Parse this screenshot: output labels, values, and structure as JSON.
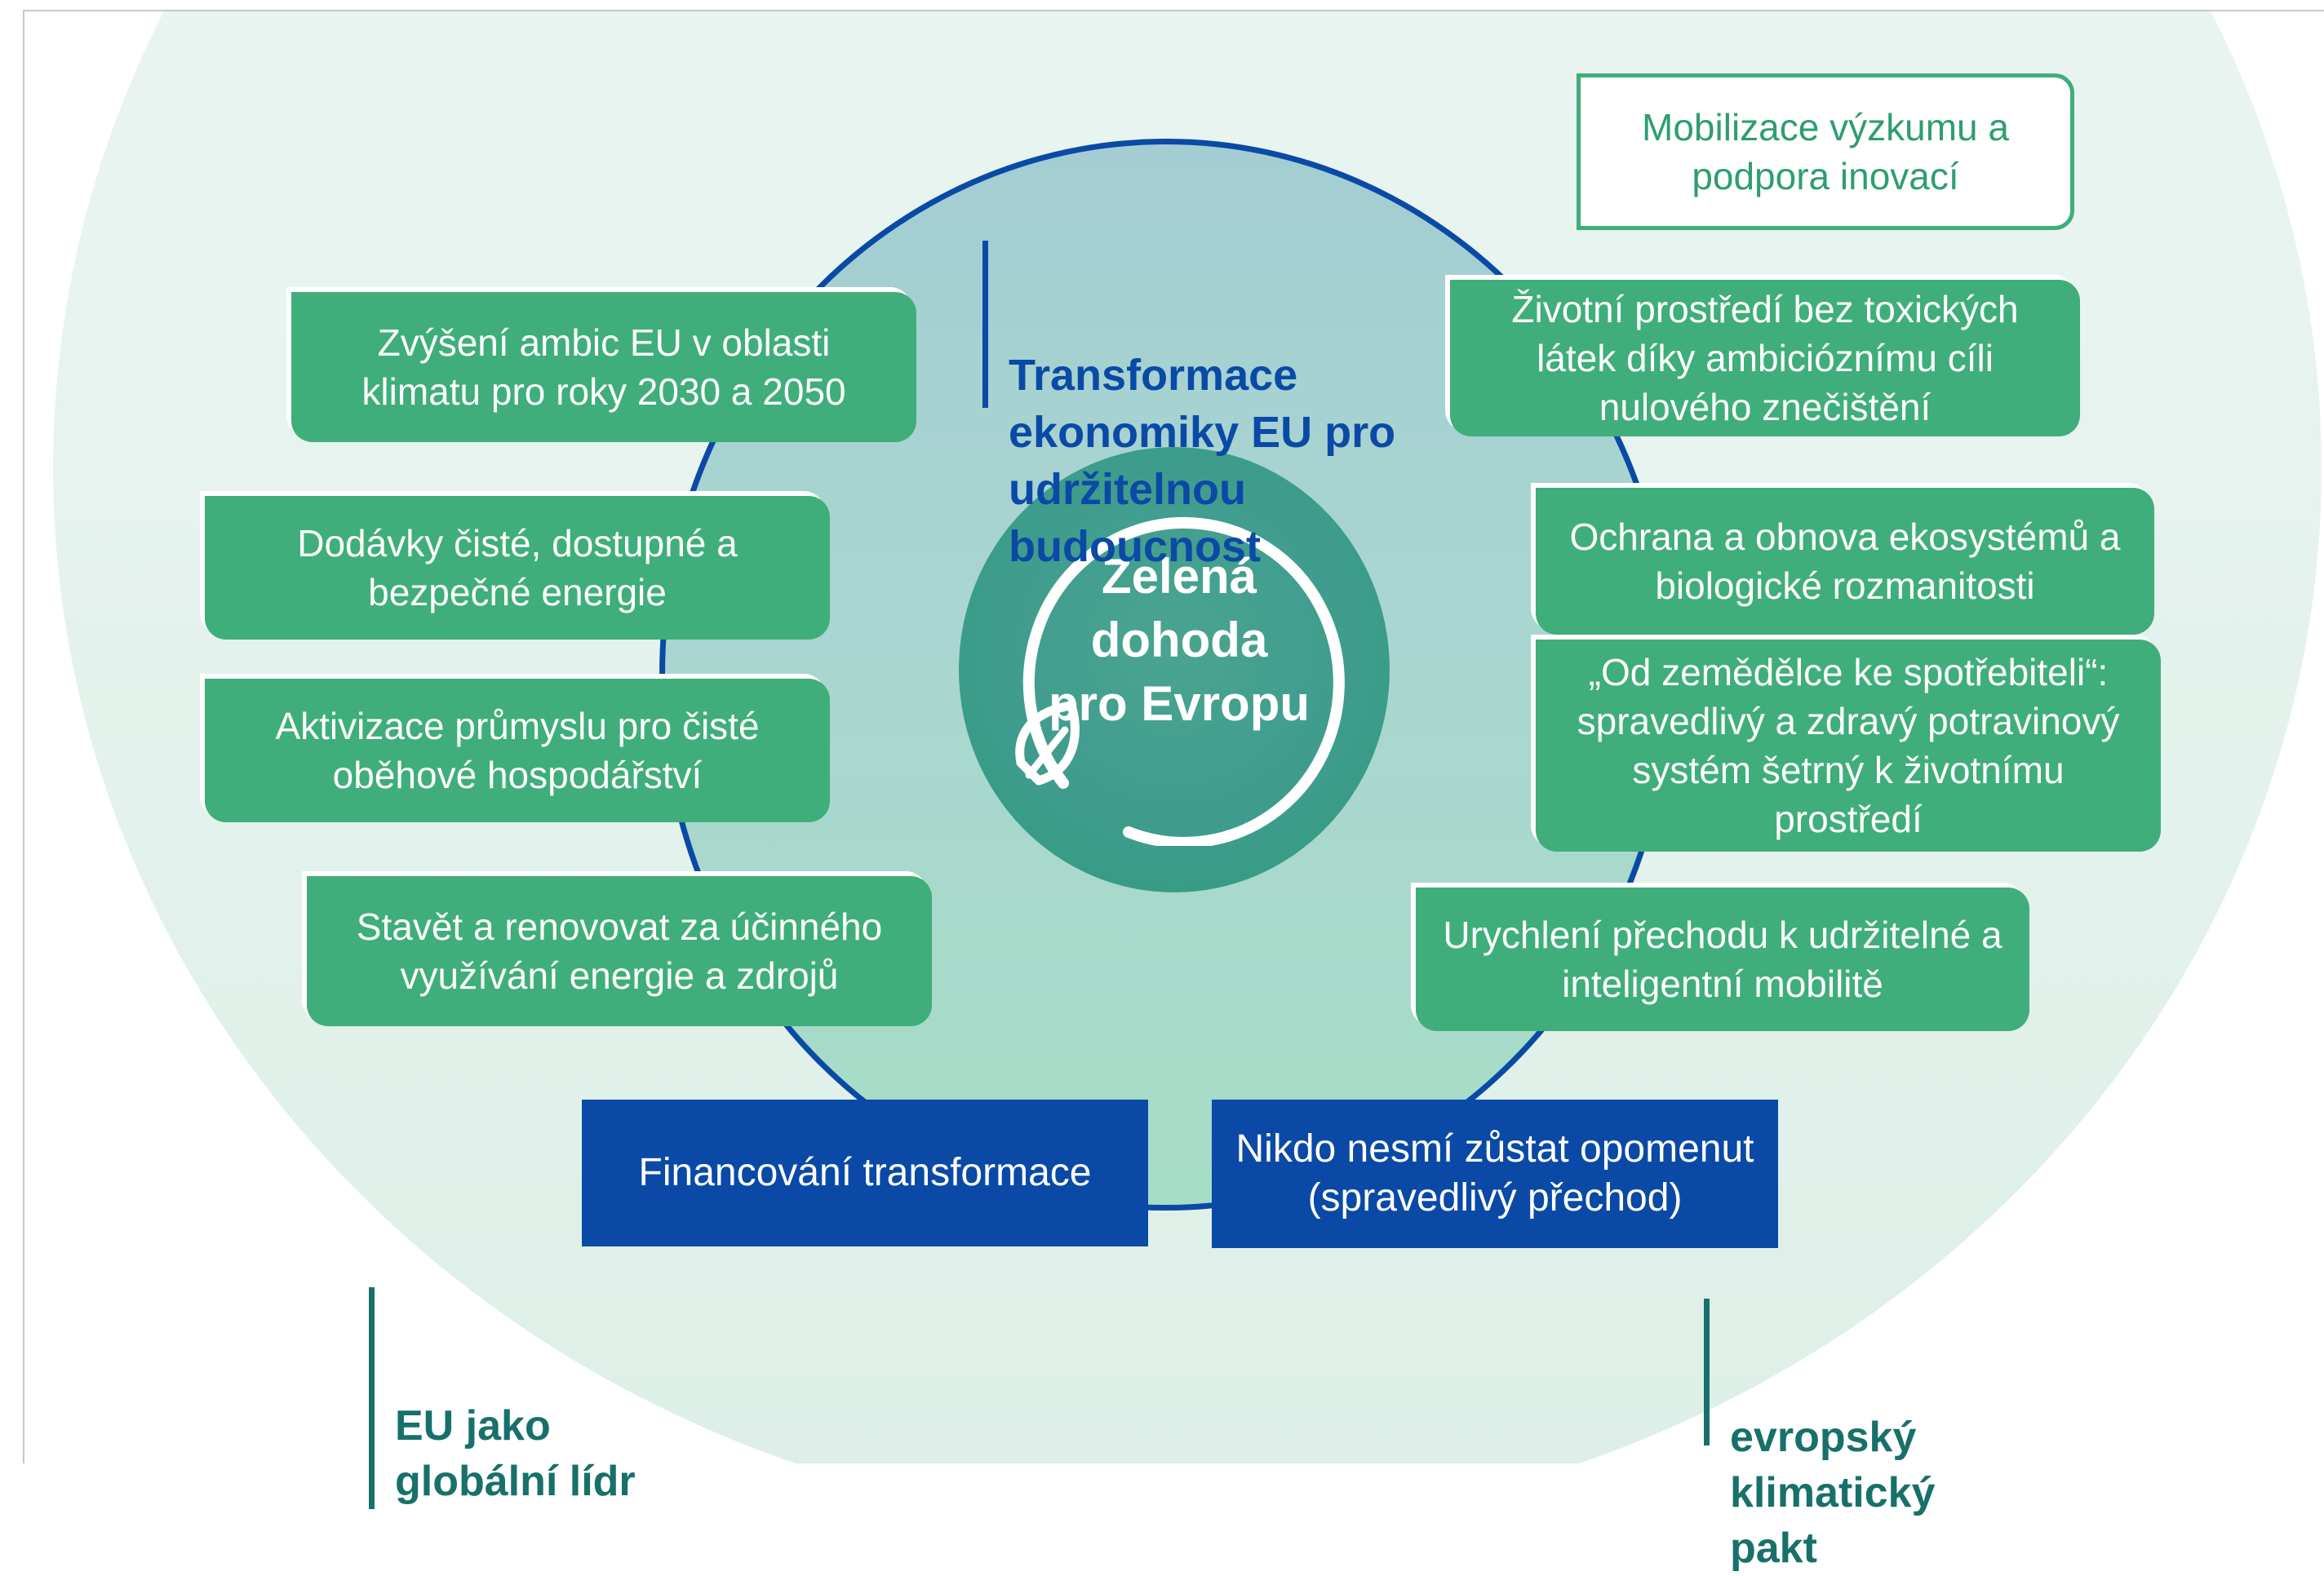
{
  "center": {
    "title": "Zelená\ndohoda\npro Evropu",
    "heading": "Transformace\nekonomiky EU pro\nudržitelnou\nbudoucnost"
  },
  "left_items": [
    "Zvýšení ambic EU v oblasti\nklimatu pro roky 2030 a 2050",
    "Dodávky čisté, dostupné a\nbezpečné energie",
    "Aktivizace průmyslu pro čisté\noběhové hospodářství",
    "Stavět a renovovat za účinného\nvyužívání energie a zdrojů"
  ],
  "right_items": [
    "Životní prostředí bez toxických\nlátek díky ambicióznímu cíli\nnulového znečištění",
    "Ochrana a obnova ekosystémů a\nbiologické rozmanitosti",
    "„Od zemědělce ke spotřebiteli“:\nspravedlivý a zdravý potravinový\nsystém šetrný k životnímu\nprostředí",
    "Urychlení přechodu k udržitelné a\ninteligentní mobilitě"
  ],
  "research_box": "Mobilizace výzkumu a\npodpora inovací",
  "bottom_boxes": [
    "Financování transformace",
    "Nikdo nesmí zůstat opomenut\n(spravedlivý přechod)"
  ],
  "outer_labels": {
    "global_leader": "EU jako\nglobální lídr",
    "climate_pact": "evropský\nklimatický\npakt"
  },
  "colors": {
    "green": "#3fae7a",
    "blue": "#0a4aa6",
    "teal_text": "#18706a",
    "core": "#3f9c8d"
  },
  "icons": [
    "leaf-icon",
    "circular-arrow-icon"
  ]
}
